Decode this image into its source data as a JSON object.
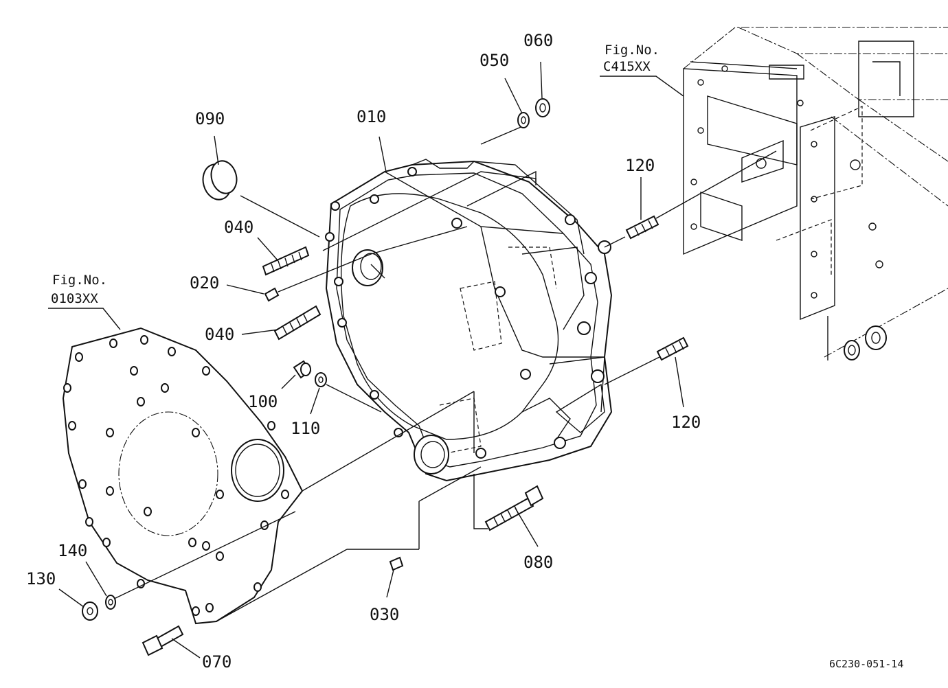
{
  "diagram": {
    "parts": [
      {
        "id": "010",
        "label": "010"
      },
      {
        "id": "020",
        "label": "020"
      },
      {
        "id": "030",
        "label": "030"
      },
      {
        "id": "040a",
        "label": "040"
      },
      {
        "id": "040b",
        "label": "040"
      },
      {
        "id": "050",
        "label": "050"
      },
      {
        "id": "060",
        "label": "060"
      },
      {
        "id": "070",
        "label": "070"
      },
      {
        "id": "080",
        "label": "080"
      },
      {
        "id": "090",
        "label": "090"
      },
      {
        "id": "100",
        "label": "100"
      },
      {
        "id": "110",
        "label": "110"
      },
      {
        "id": "120a",
        "label": "120"
      },
      {
        "id": "120b",
        "label": "120"
      },
      {
        "id": "130",
        "label": "130"
      },
      {
        "id": "140",
        "label": "140"
      }
    ],
    "references": [
      {
        "line1": "Fig.No.",
        "line2": "C415XX"
      },
      {
        "line1": "Fig.No.",
        "line2": "0103XX"
      }
    ],
    "drawing_code": "6C230-051-14"
  }
}
